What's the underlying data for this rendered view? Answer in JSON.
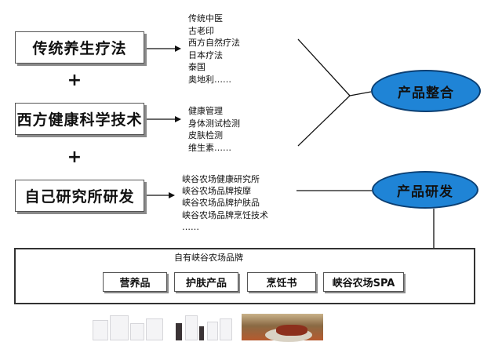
{
  "sources": [
    {
      "label": "传统养生疗法",
      "items": [
        "传统中医",
        "古老印",
        "西方自然疗法",
        "日本疗法",
        "泰国",
        "奥地利……"
      ]
    },
    {
      "label": "西方健康科学技术",
      "items": [
        "健康管理",
        "身体测试检测",
        "皮肤检测",
        "维生素……"
      ]
    },
    {
      "label": "自己研究所研发",
      "items": [
        "峡谷农场健康研究所",
        "峡谷农场品牌按摩",
        "峡谷农场品牌护肤品",
        "峡谷农场品牌烹饪技术",
        "……"
      ]
    }
  ],
  "plus_sign": "+",
  "outcomes": [
    {
      "label": "产品整合"
    },
    {
      "label": "产品研发"
    }
  ],
  "brand": {
    "title": "自有峡谷农场品牌",
    "products": [
      "营养品",
      "护肤产品",
      "烹饪书",
      "峡谷农场SPA"
    ]
  }
}
